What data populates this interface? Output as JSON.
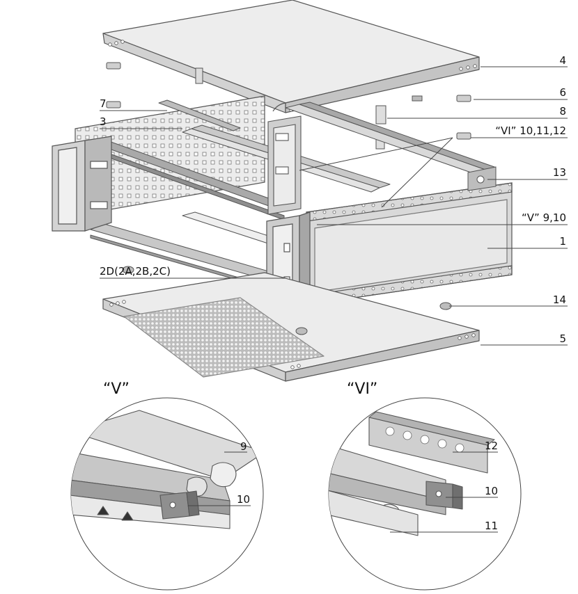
{
  "callouts": {
    "c4": "4",
    "c6": "6",
    "c8": "8",
    "c7": "7",
    "c3": "3",
    "c_vi": "“VI”  10,11,12",
    "c13": "13",
    "c_v": "“V”  9,10",
    "c1": "1",
    "c2d": "2D(2A,2B,2C)",
    "c14": "14",
    "c5": "5"
  },
  "details": {
    "v_title": "“V”",
    "vi_title": "“VI”",
    "v_9": "9",
    "v_10": "10",
    "vi_12": "12",
    "vi_10": "10",
    "vi_11": "11"
  },
  "colors": {
    "line": "#555555",
    "panel_light": "#ebebeb",
    "panel_mid": "#d6d6d6",
    "panel_dark": "#9a9a9a",
    "part_dark": "#8c8c8c"
  }
}
